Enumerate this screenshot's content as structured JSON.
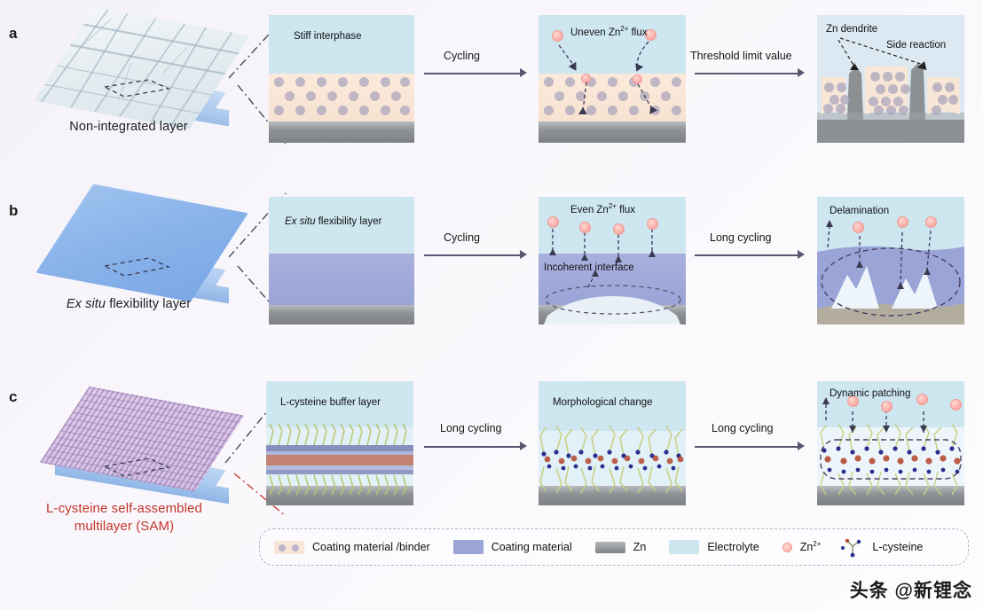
{
  "figure": {
    "background_color": "#f7f5fa",
    "rows": [
      {
        "letter": "a",
        "caption": "Non-integrated layer",
        "caption_italic_prefix": "",
        "panels": [
          {
            "label": "Stiff interphase",
            "label_italic_prefix": ""
          },
          {
            "label": "Uneven Zn2+ flux",
            "label_html": "Uneven Zn<sup>2+</sup> flux"
          },
          {
            "label": "Zn dendrite",
            "label2": "Side reaction"
          }
        ],
        "arrows": [
          {
            "label": "Cycling"
          },
          {
            "label": "Threshold limit value"
          }
        ]
      },
      {
        "letter": "b",
        "caption": "Ex situ flexibility layer",
        "caption_italic_prefix": "Ex situ",
        "panels": [
          {
            "label": "Ex situ flexibility layer",
            "label_italic_prefix": "Ex situ"
          },
          {
            "label": "Even Zn2+ flux",
            "label_html": "Even Zn<sup>2+</sup> flux",
            "label2": "Incoherent interface"
          },
          {
            "label": "Delamination"
          }
        ],
        "arrows": [
          {
            "label": "Cycling"
          },
          {
            "label": "Long cycling"
          }
        ]
      },
      {
        "letter": "c",
        "caption": "L-cysteine self-assembled multilayer (SAM)",
        "caption_line1": "L-cysteine self-assembled",
        "caption_line2": "multilayer (SAM)",
        "caption_color": "#c3352b",
        "panels": [
          {
            "label": "L-cysteine buffer layer"
          },
          {
            "label": "Morphological change"
          },
          {
            "label": "Dynamic patching"
          }
        ],
        "arrows": [
          {
            "label": "Long cycling"
          },
          {
            "label": "Long cycling"
          }
        ]
      }
    ],
    "legend": {
      "items": [
        {
          "swatch": "coating-binder-swatch",
          "label": "Coating material /binder"
        },
        {
          "swatch": "coating-material-swatch",
          "label": "Coating material"
        },
        {
          "swatch": "zn-swatch",
          "label": "Zn"
        },
        {
          "swatch": "electrolyte-swatch",
          "label": "Electrolyte"
        },
        {
          "swatch": "zn-ion-swatch",
          "label": "Zn2+",
          "label_html": "Zn<sup>2+</sup>"
        },
        {
          "swatch": "l-cysteine-molecule-swatch",
          "label": "L-cysteine"
        }
      ]
    },
    "watermark": "头条 @新锂念",
    "colors": {
      "electrolyte": "#cde6f0",
      "coating_binder": "#f8e7d7",
      "coating_material": "#9aa4d6",
      "zn": "#8e9295",
      "zn_ion": "#f8a9a2",
      "sam_caption": "#c3352b",
      "arrow": "#5c5470"
    }
  }
}
